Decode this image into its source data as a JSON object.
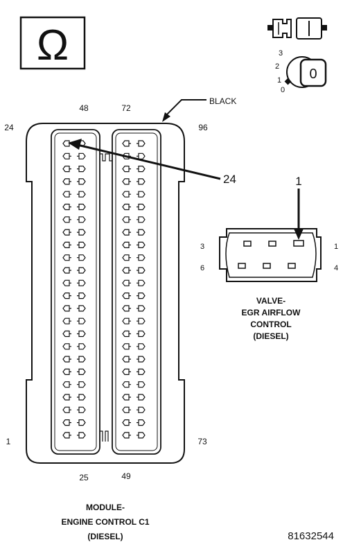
{
  "connector_c1": {
    "color_label": "BLACK",
    "pin_labels": {
      "top_left_col": "48",
      "top_right_col": "72",
      "left_top": "24",
      "right_top": "96",
      "left_bottom": "1",
      "right_bottom": "73",
      "bottom_left_col": "25",
      "bottom_right_col": "49"
    },
    "callout_pin": "24",
    "title_line1": "MODULE-",
    "title_line2": "ENGINE CONTROL C1",
    "title_line3": "(DIESEL)"
  },
  "connector_egr": {
    "callout_pin": "1",
    "pin_labels": {
      "top_left": "3",
      "top_right": "1",
      "bottom_left": "6",
      "bottom_right": "4"
    },
    "title_line1": "VALVE-",
    "title_line2": "EGR AIRFLOW",
    "title_line3": "CONTROL",
    "title_line4": "(DIESEL)"
  },
  "ignition_switch": {
    "positions": [
      "3",
      "2",
      "1",
      "0"
    ],
    "key_label": "0"
  },
  "ohm_symbol": "Ω",
  "figure_number": "81632544"
}
